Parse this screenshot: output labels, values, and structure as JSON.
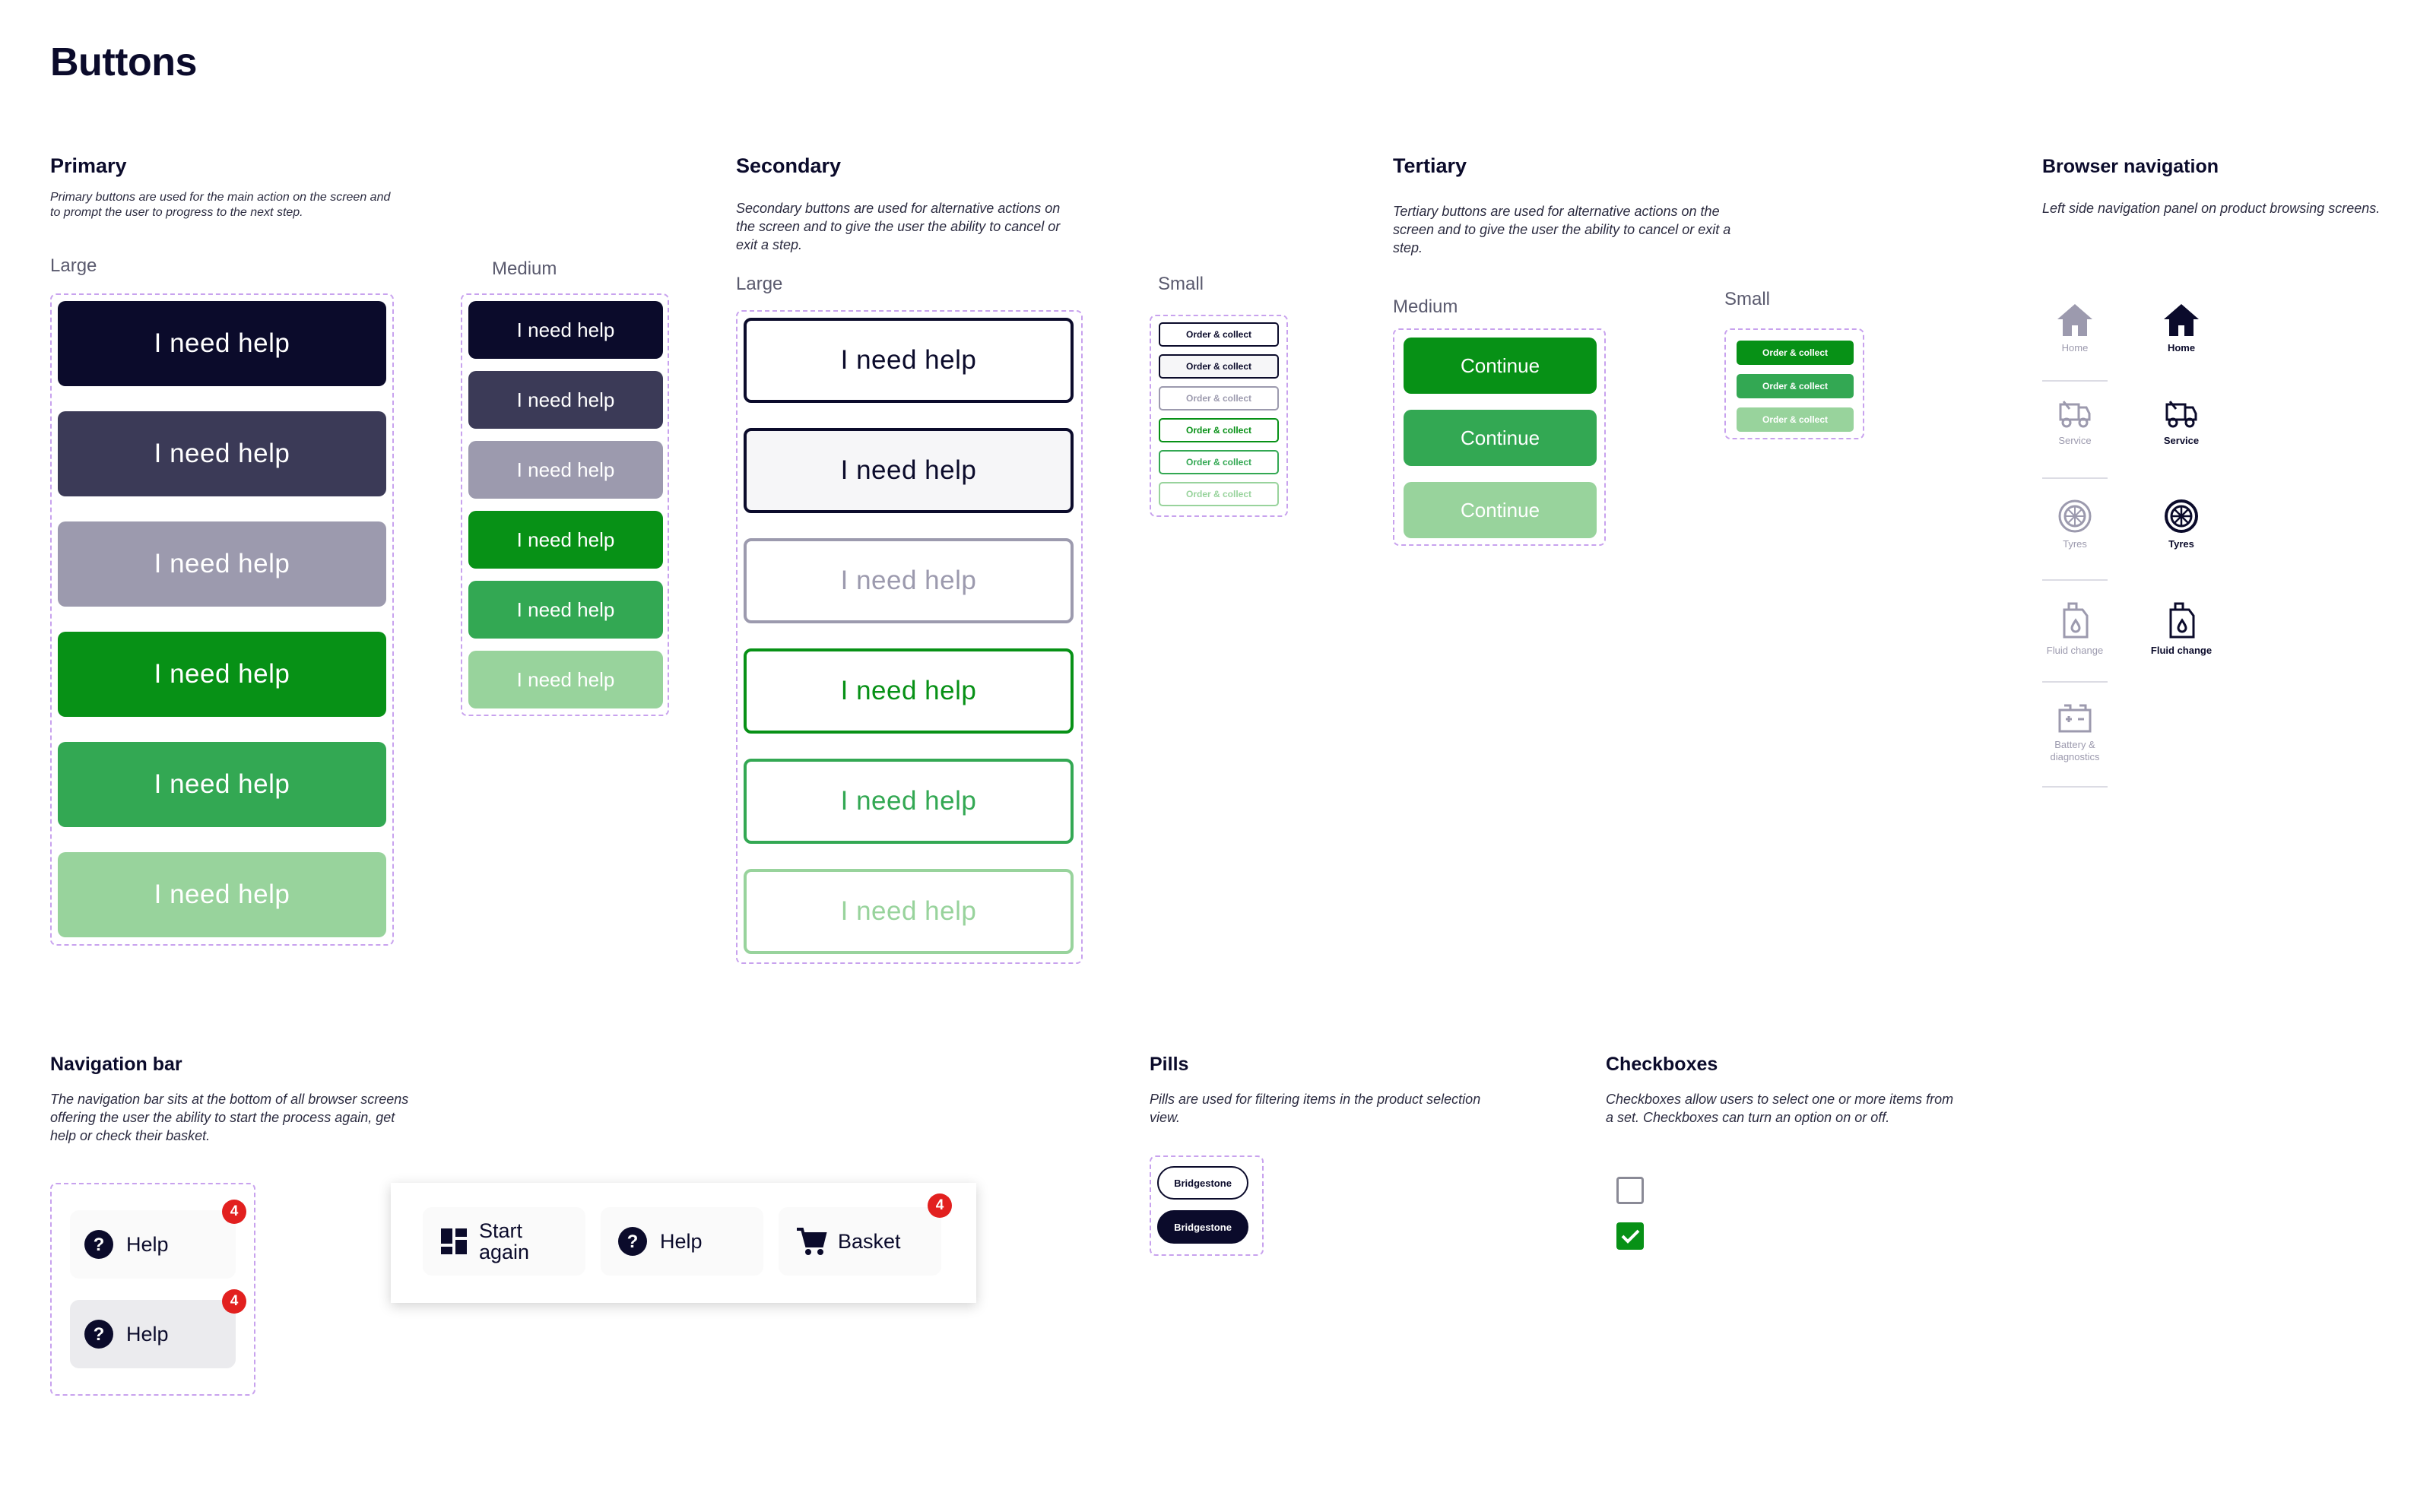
{
  "page_title": "Buttons",
  "colors": {
    "navy": "#0b0b2b",
    "navy_hover": "#3b3a57",
    "disabled_grey": "#9c9aae",
    "green": "#079116",
    "green_mid": "#33a853",
    "green_light": "#98d39c",
    "badge_red": "#e2201f",
    "dash_outline": "#c8a2ee"
  },
  "primary": {
    "title": "Primary",
    "description": "Primary buttons are used for the main action on the screen and to prompt the user to progress to the next step.",
    "large_label": "Large",
    "medium_label": "Medium",
    "button_text": "I need help"
  },
  "secondary": {
    "title": "Secondary",
    "description": "Secondary buttons are used for alternative actions on the screen and to give the user the ability to cancel or exit a step.",
    "large_label": "Large",
    "small_label": "Small",
    "button_text": "I need help",
    "small_text": "Order & collect"
  },
  "tertiary": {
    "title": "Tertiary",
    "description": "Tertiary buttons are used for alternative actions on the screen and to give the user the ability to cancel or exit a step.",
    "medium_label": "Medium",
    "small_label": "Small",
    "button_text": "Continue",
    "small_text": "Order & collect"
  },
  "browser_nav": {
    "title": "Browser navigation",
    "description": "Left side navigation panel on product browsing screens.",
    "items": [
      {
        "label": "Home",
        "icon": "home-icon"
      },
      {
        "label": "Service",
        "icon": "service-icon"
      },
      {
        "label": "Tyres",
        "icon": "tyre-icon"
      },
      {
        "label": "Fluid change",
        "icon": "fluid-icon"
      },
      {
        "label": "Battery & diagnostics",
        "icon": "battery-icon"
      }
    ]
  },
  "navigation_bar": {
    "title": "Navigation bar",
    "description": "The navigation bar sits at the bottom of all browser screens offering the user the ability to start the process again, get help or check their basket.",
    "help_label": "Help",
    "start_again_label": "Start again",
    "basket_label": "Basket",
    "badge_count": "4"
  },
  "pills": {
    "title": "Pills",
    "description": "Pills are used for filtering items in the product selection view.",
    "label": "Bridgestone"
  },
  "checkboxes": {
    "title": "Checkboxes",
    "description": "Checkboxes allow users to select one or more items from a set. Checkboxes can turn an option on or off.",
    "states": [
      {
        "checked": false
      },
      {
        "checked": true
      }
    ]
  }
}
